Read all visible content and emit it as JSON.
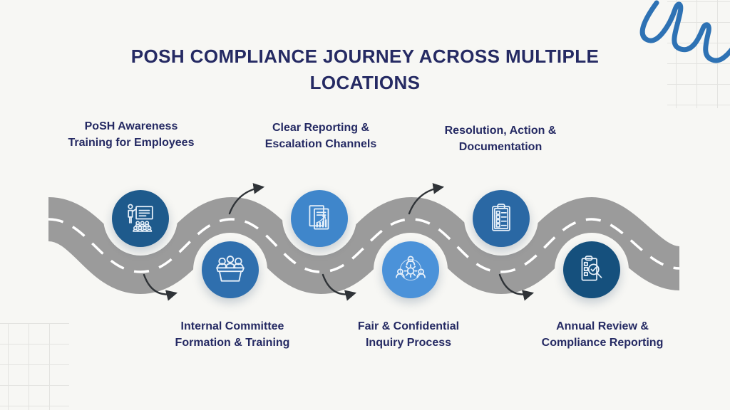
{
  "page": {
    "background_color": "#f7f7f4",
    "text_color": "#252a63",
    "title": "POSH COMPLIANCE JOURNEY ACROSS MULTIPLE LOCATIONS"
  },
  "road": {
    "asphalt_color": "#9b9b9b",
    "centerline_color": "#ffffff"
  },
  "arrows": {
    "color": "#2f3337"
  },
  "decorations": {
    "squiggle_color": "#2e72b4",
    "grid_line_color": "#e3e3e0"
  },
  "stages": [
    {
      "label_line1": "PoSH Awareness",
      "label_line2": "Training for Employees",
      "icon": "presentation-training-icon",
      "circle_color": "#1e5a8c",
      "position": "top"
    },
    {
      "label_line1": "Internal Committee",
      "label_line2": "Formation & Training",
      "icon": "committee-panel-icon",
      "circle_color": "#2f6fae",
      "position": "bottom"
    },
    {
      "label_line1": "Clear Reporting &",
      "label_line2": "Escalation Channels",
      "icon": "report-chart-icon",
      "circle_color": "#3f86cb",
      "position": "top"
    },
    {
      "label_line1": "Fair & Confidential",
      "label_line2": "Inquiry Process",
      "icon": "people-process-gear-icon",
      "circle_color": "#4b92d9",
      "position": "bottom"
    },
    {
      "label_line1": "Resolution, Action &",
      "label_line2": "Documentation",
      "icon": "checklist-clipboard-icon",
      "circle_color": "#2a68a4",
      "position": "top"
    },
    {
      "label_line1": "Annual Review &",
      "label_line2": "Compliance Reporting",
      "icon": "audit-review-icon",
      "circle_color": "#15507d",
      "position": "bottom"
    }
  ]
}
